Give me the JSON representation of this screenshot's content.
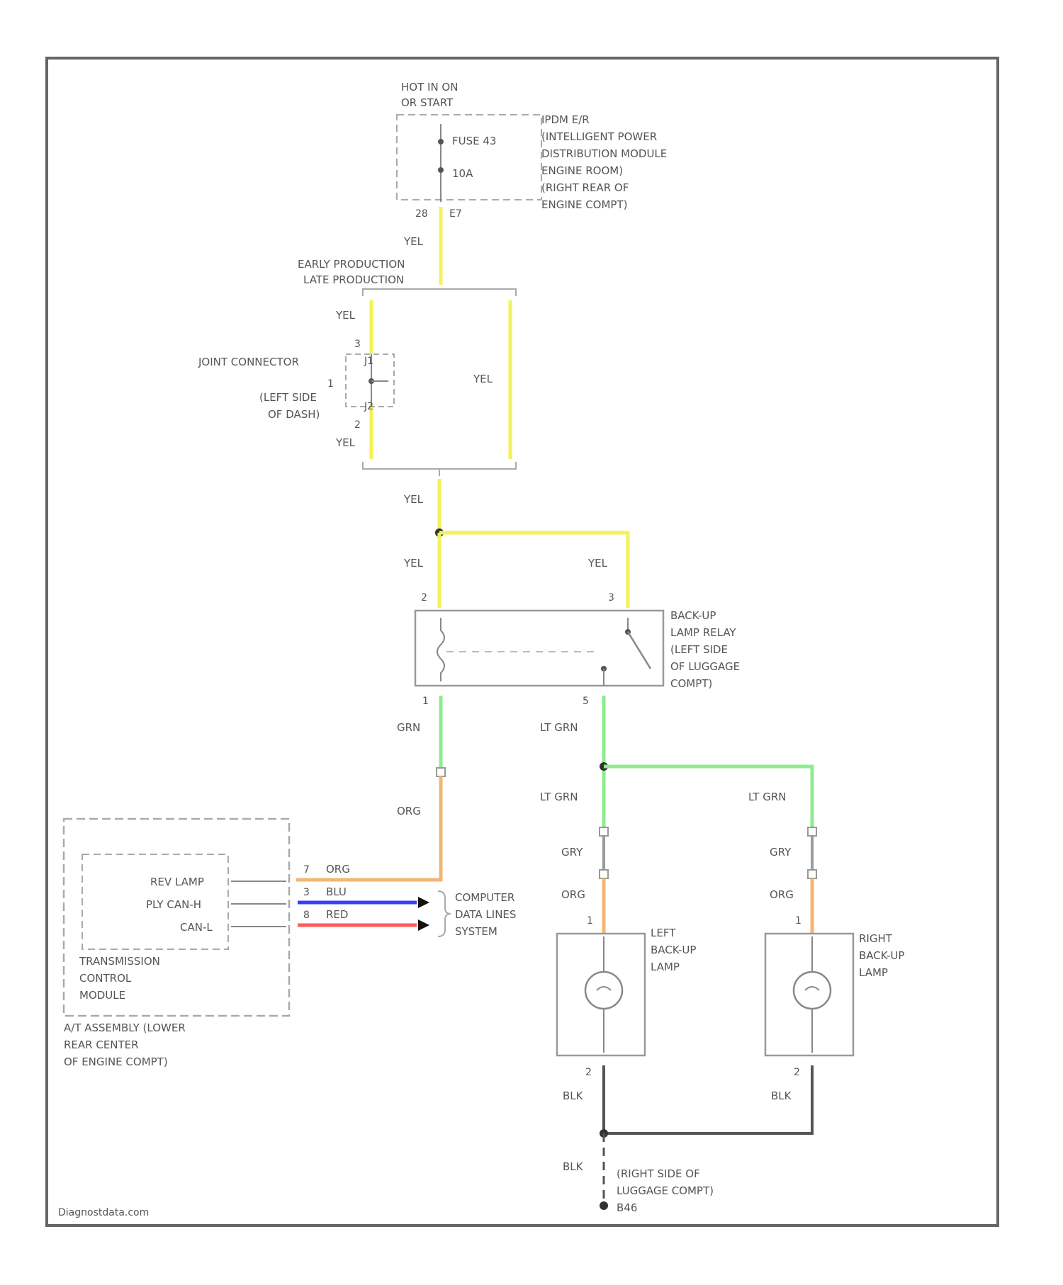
{
  "watermark": "Diagnostdata.com",
  "colors": {
    "yel": "#f4f15a",
    "grn": "#8fec8f",
    "org": "#f2b673",
    "blu": "#3b3bff",
    "red": "#ff5a5a",
    "gry": "#9a9a9a",
    "blk": "#555555",
    "frame": "#666666"
  },
  "power": {
    "supply": [
      "HOT IN ON",
      "OR START"
    ],
    "fuse_name": "FUSE 43",
    "fuse_rating": "10A",
    "pin_in": "28",
    "pin_out": "E7",
    "ipdm": [
      "IPDM E/R",
      "(INTELLIGENT POWER",
      "DISTRIBUTION MODULE",
      "ENGINE ROOM)",
      "(RIGHT REAR OF",
      "ENGINE COMPT)"
    ]
  },
  "production": {
    "early": "EARLY PRODUCTION",
    "late": "LATE PRODUCTION"
  },
  "joint": {
    "name": "JOINT CONNECTOR",
    "location": [
      "(LEFT SIDE",
      "OF DASH)"
    ],
    "pin_top": "3",
    "pin_mid": "1",
    "pin_bot": "2",
    "code_top": "J1",
    "code_bot": "J2"
  },
  "relay": {
    "name": [
      "BACK-UP",
      "LAMP RELAY",
      "(LEFT SIDE",
      "OF LUGGAGE",
      "COMPT)"
    ],
    "pin_coil_in": "2",
    "pin_sw_in": "3",
    "pin_coil_out": "1",
    "pin_sw_out": "5"
  },
  "wires": {
    "yel": "YEL",
    "grn": "GRN",
    "lt_grn": "LT GRN",
    "org": "ORG",
    "gry": "GRY",
    "blu": "BLU",
    "red": "RED",
    "blk": "BLK"
  },
  "tcm": {
    "signals": [
      "REV LAMP",
      "PLY CAN-H",
      "CAN-L"
    ],
    "pins": [
      "7",
      "3",
      "8"
    ],
    "wire_colors": [
      "ORG",
      "BLU",
      "RED"
    ],
    "module": [
      "TRANSMISSION",
      "CONTROL",
      "MODULE"
    ],
    "assembly": [
      "A/T ASSEMBLY (LOWER",
      "REAR CENTER",
      "OF ENGINE COMPT)"
    ]
  },
  "data_lines": [
    "COMPUTER",
    "DATA LINES",
    "SYSTEM"
  ],
  "left_lamp": {
    "name": [
      "LEFT",
      "BACK-UP",
      "LAMP"
    ],
    "pin_in": "1",
    "pin_out": "2"
  },
  "right_lamp": {
    "name": [
      "RIGHT",
      "BACK-UP",
      "LAMP"
    ],
    "pin_in": "1",
    "pin_out": "2"
  },
  "ground": {
    "location": [
      "(RIGHT SIDE OF",
      "LUGGAGE COMPT)"
    ],
    "id": "B46"
  }
}
